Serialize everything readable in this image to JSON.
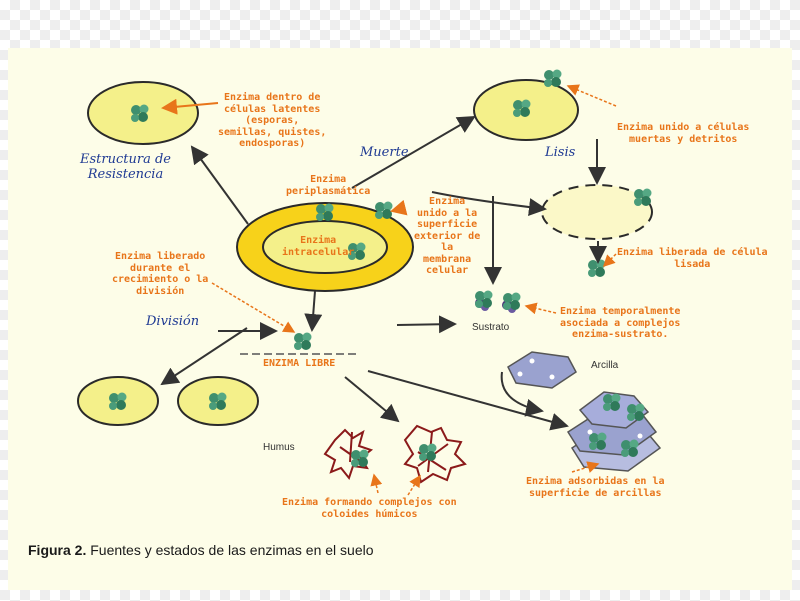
{
  "labels": {
    "enzima_dentro": "Enzima dentro de\ncélulas latentes\n(esporas,\nsemillas, quistes,\nendosporas)",
    "estructura": "Estructura de\nResistencia",
    "muerte": "Muerte",
    "lisis": "Lisis",
    "periplasmatica": "Enzima\nperiplasmática",
    "intracelular": "Enzima\nintracelular",
    "unido_superficie": "Enzima\nunido a la\nsuperficie\nexterior de\nla\nmembrana\ncelular",
    "unido_celulas": "Enzima unido a células\nmuertas y detritos",
    "liberada_lisada": "Enzima liberada de célula\nlisada",
    "liberado_crecimiento": "Enzima liberado\ndurante el\ncrecimiento o la\ndivisión",
    "division": "División",
    "enzima_libre": "ENZIMA LIBRE",
    "sustrato": "Sustrato",
    "temporalmente": "Enzima temporalmente\nasociada a complejos\nenzima-sustrato.",
    "arcilla": "Arcilla",
    "humus": "Humus",
    "complejos_coloides": "Enzima formando complejos con\ncoloides húmicos",
    "adsorbidas": "Enzima adsorbidas en la\nsuperficie de arcillas"
  },
  "caption": {
    "bold": "Figura 2.",
    "text": " Fuentes y estados de las enzimas en el suelo"
  },
  "colors": {
    "cell_fill": "#f4f08a",
    "cell_stroke": "#2a2a2a",
    "outer_ring": "#f7d21a",
    "orange": "#e8751a",
    "arrow": "#333333",
    "enzyme": "#3f8f6e",
    "humus": "#8b1a1a",
    "clay": "#9aa2cf"
  }
}
